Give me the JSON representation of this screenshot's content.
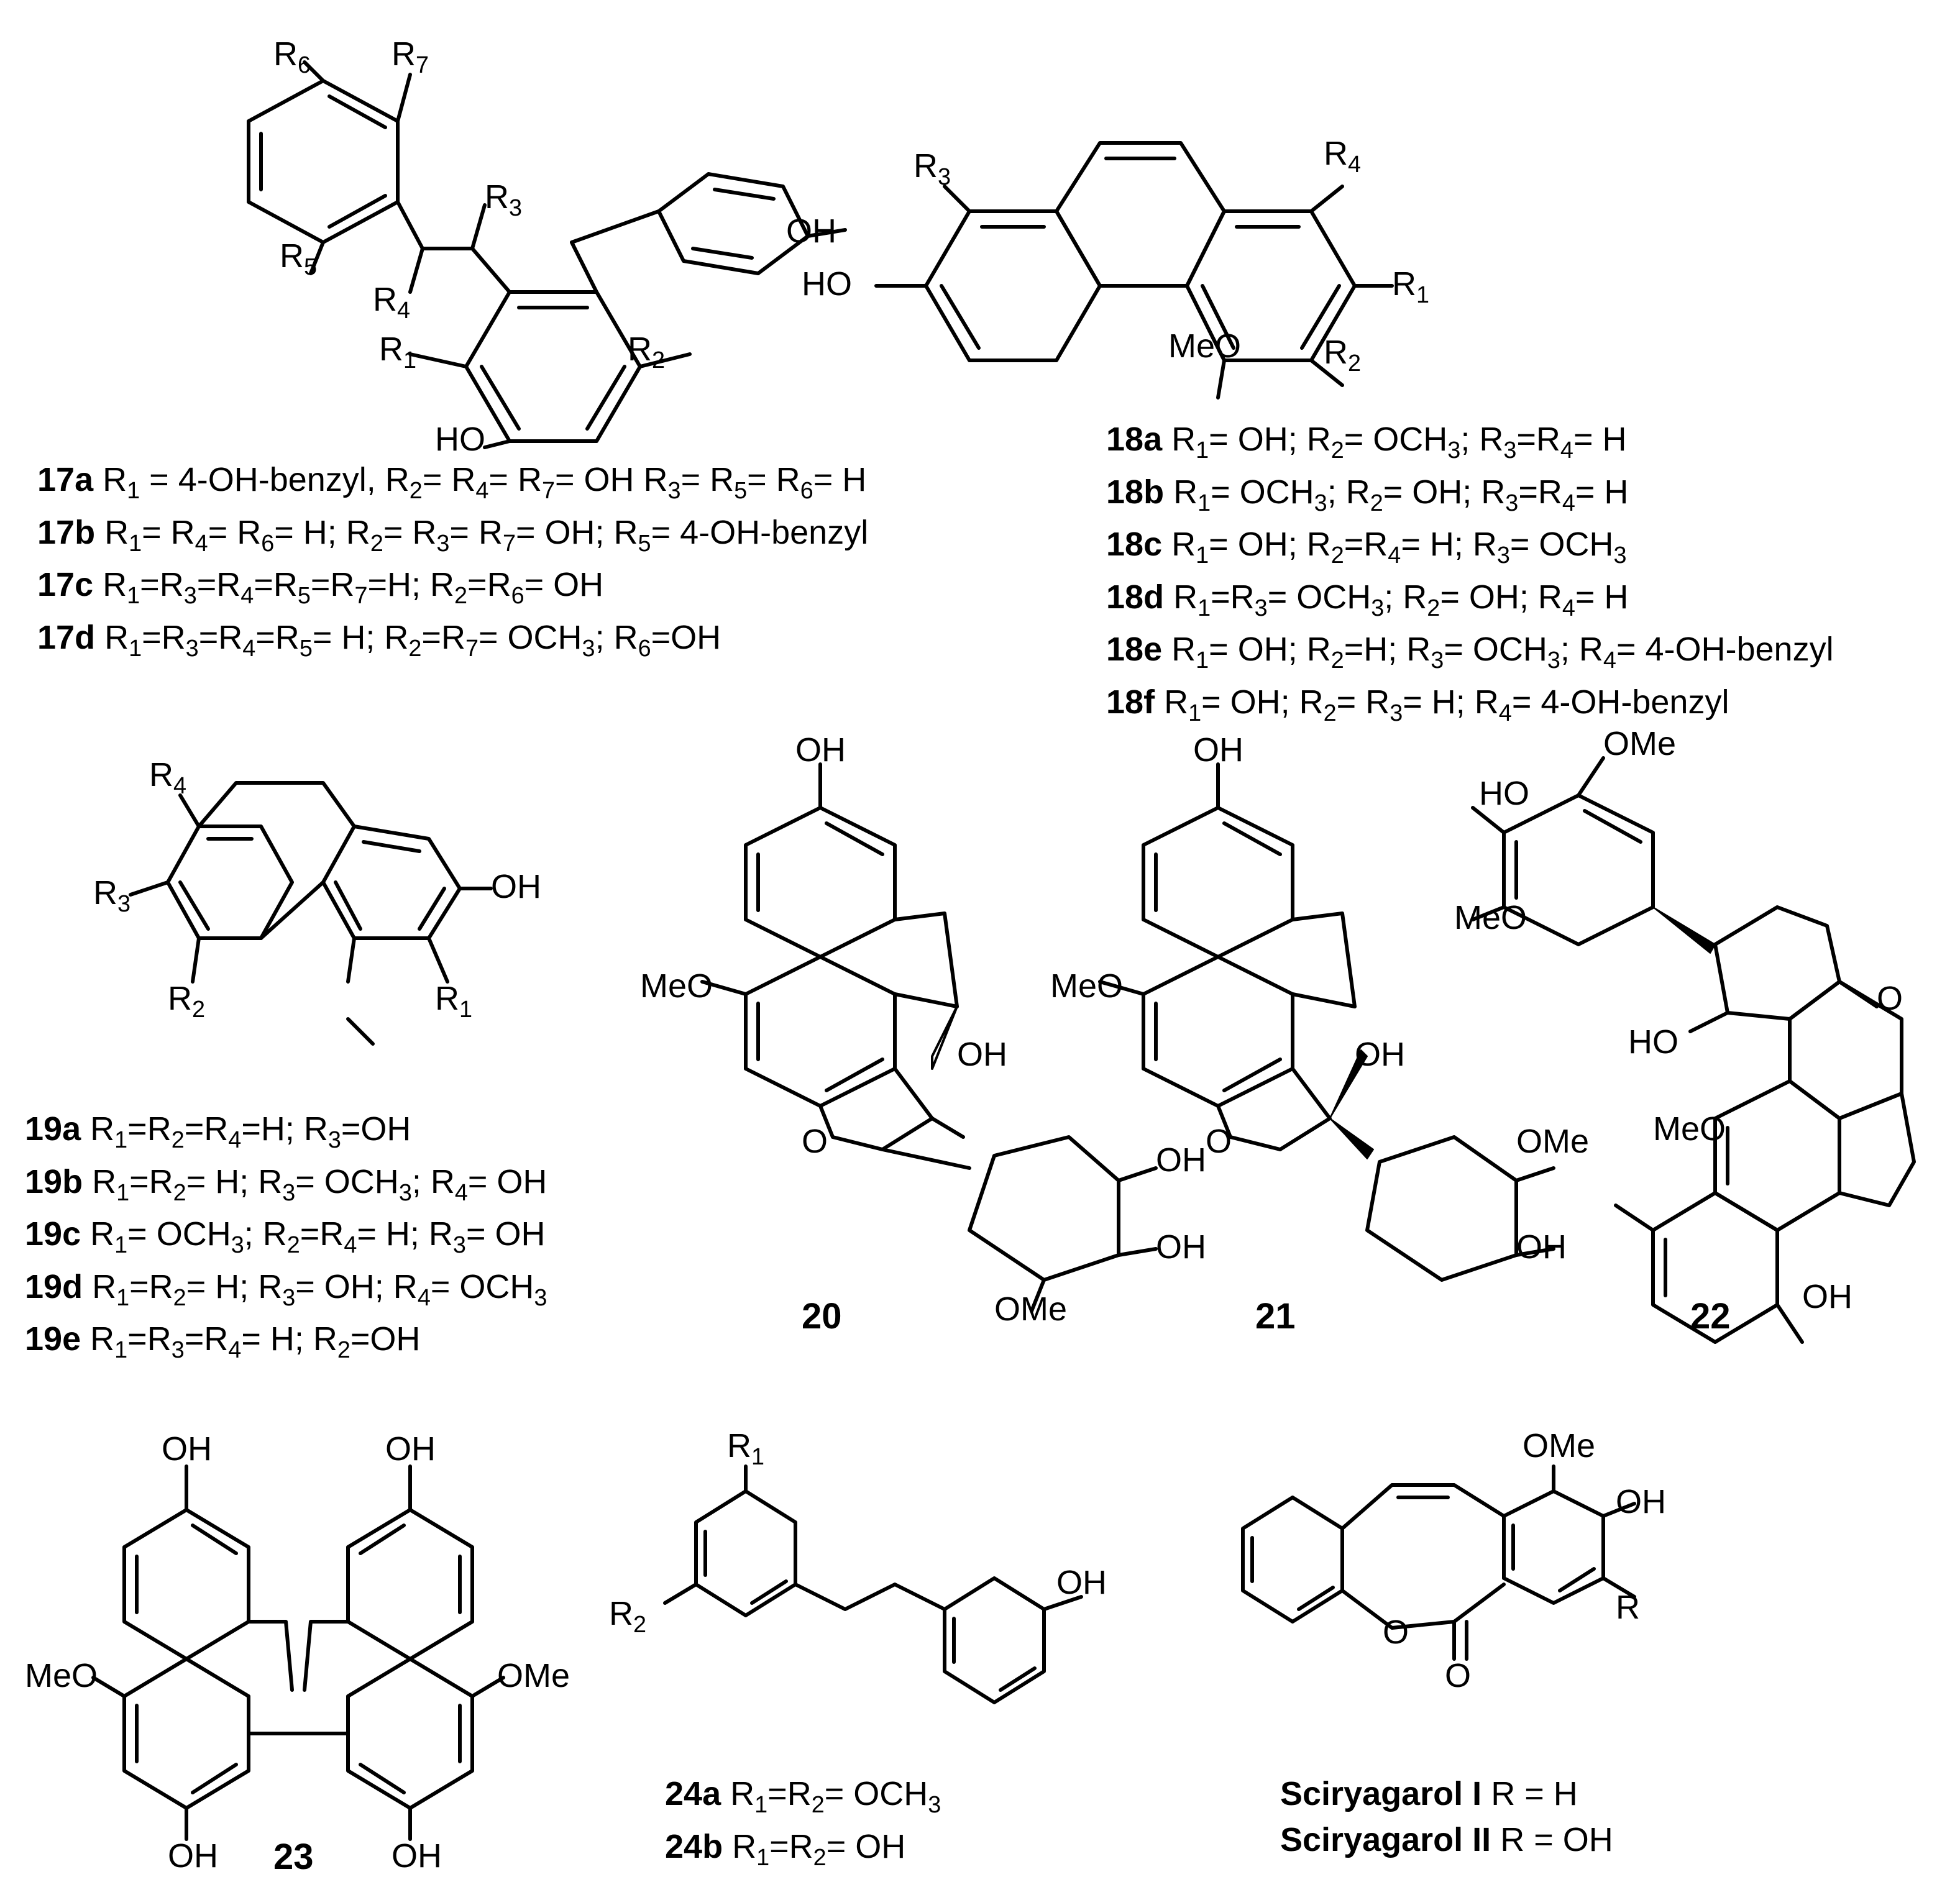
{
  "compounds": {
    "c17": {
      "labels": [
        "R6",
        "R7",
        "R3",
        "OH",
        "R5",
        "R4",
        "R1",
        "R2",
        "HO"
      ],
      "captions": [
        {
          "id": "17a",
          "text": "R1 = 4-OH-benzyl, R2= R4= R7= OH R3= R5= R6= H"
        },
        {
          "id": "17b",
          "text": "R1= R4= R6= H; R2= R3= R7= OH; R5= 4-OH-benzyl"
        },
        {
          "id": "17c",
          "text": "R1=R3=R4=R5=R7=H; R2=R6= OH"
        },
        {
          "id": "17d",
          "text": "R1=R3=R4=R5= H; R2=R7= OCH3; R6=OH"
        }
      ]
    },
    "c18": {
      "labels": [
        "R3",
        "R4",
        "HO",
        "R1",
        "MeO",
        "R2"
      ],
      "captions": [
        {
          "id": "18a",
          "text": "R1= OH; R2= OCH3; R3=R4= H"
        },
        {
          "id": "18b",
          "text": "R1= OCH3; R2= OH; R3=R4= H"
        },
        {
          "id": "18c",
          "text": "R1= OH; R2=R4= H; R3= OCH3"
        },
        {
          "id": "18d",
          "text": "R1=R3= OCH3; R2= OH; R4= H"
        },
        {
          "id": "18e",
          "text": "R1= OH; R2=H; R3= OCH3; R4= 4-OH-benzyl"
        },
        {
          "id": "18f",
          "text": "R1= OH; R2= R3= H; R4= 4-OH-benzyl"
        }
      ]
    },
    "c19": {
      "labels": [
        "R4",
        "R3",
        "OH",
        "R2",
        "R1"
      ],
      "captions": [
        {
          "id": "19a",
          "text": "R1=R2=R4=H; R3=OH"
        },
        {
          "id": "19b",
          "text": "R1=R2= H; R3= OCH3; R4= OH"
        },
        {
          "id": "19c",
          "text": "R1= OCH3; R2=R4= H; R3= OH"
        },
        {
          "id": "19d",
          "text": "R1=R2= H; R3= OH; R4= OCH3"
        },
        {
          "id": "19e",
          "text": "R1=R3=R4= H; R2=OH"
        }
      ]
    },
    "c20": {
      "number": "20",
      "labels": [
        "OH",
        "MeO",
        "OH",
        "O",
        "OH",
        "OH",
        "OMe"
      ]
    },
    "c21": {
      "number": "21",
      "labels": [
        "OH",
        "MeO",
        "OH",
        "O",
        "OMe",
        "OH"
      ]
    },
    "c22": {
      "number": "22",
      "labels": [
        "OMe",
        "HO",
        "MeO",
        "O",
        "HO",
        "MeO",
        "OH"
      ]
    },
    "c23": {
      "number": "23",
      "labels": [
        "OH",
        "OH",
        "MeO",
        "OMe",
        "OH",
        "OH"
      ]
    },
    "c24": {
      "labels": [
        "R1",
        "R2",
        "OH"
      ],
      "captions": [
        {
          "id": "24a",
          "text": "R1=R2= OCH3"
        },
        {
          "id": "24b",
          "text": "R1=R2= OH"
        }
      ]
    },
    "sciryagarol": {
      "labels": [
        "OMe",
        "OH",
        "O",
        "O",
        "R"
      ],
      "captions": [
        {
          "id": "Sciryagarol I",
          "text": "R = H"
        },
        {
          "id": "Sciryagarol II",
          "text": "R = OH"
        }
      ]
    }
  }
}
